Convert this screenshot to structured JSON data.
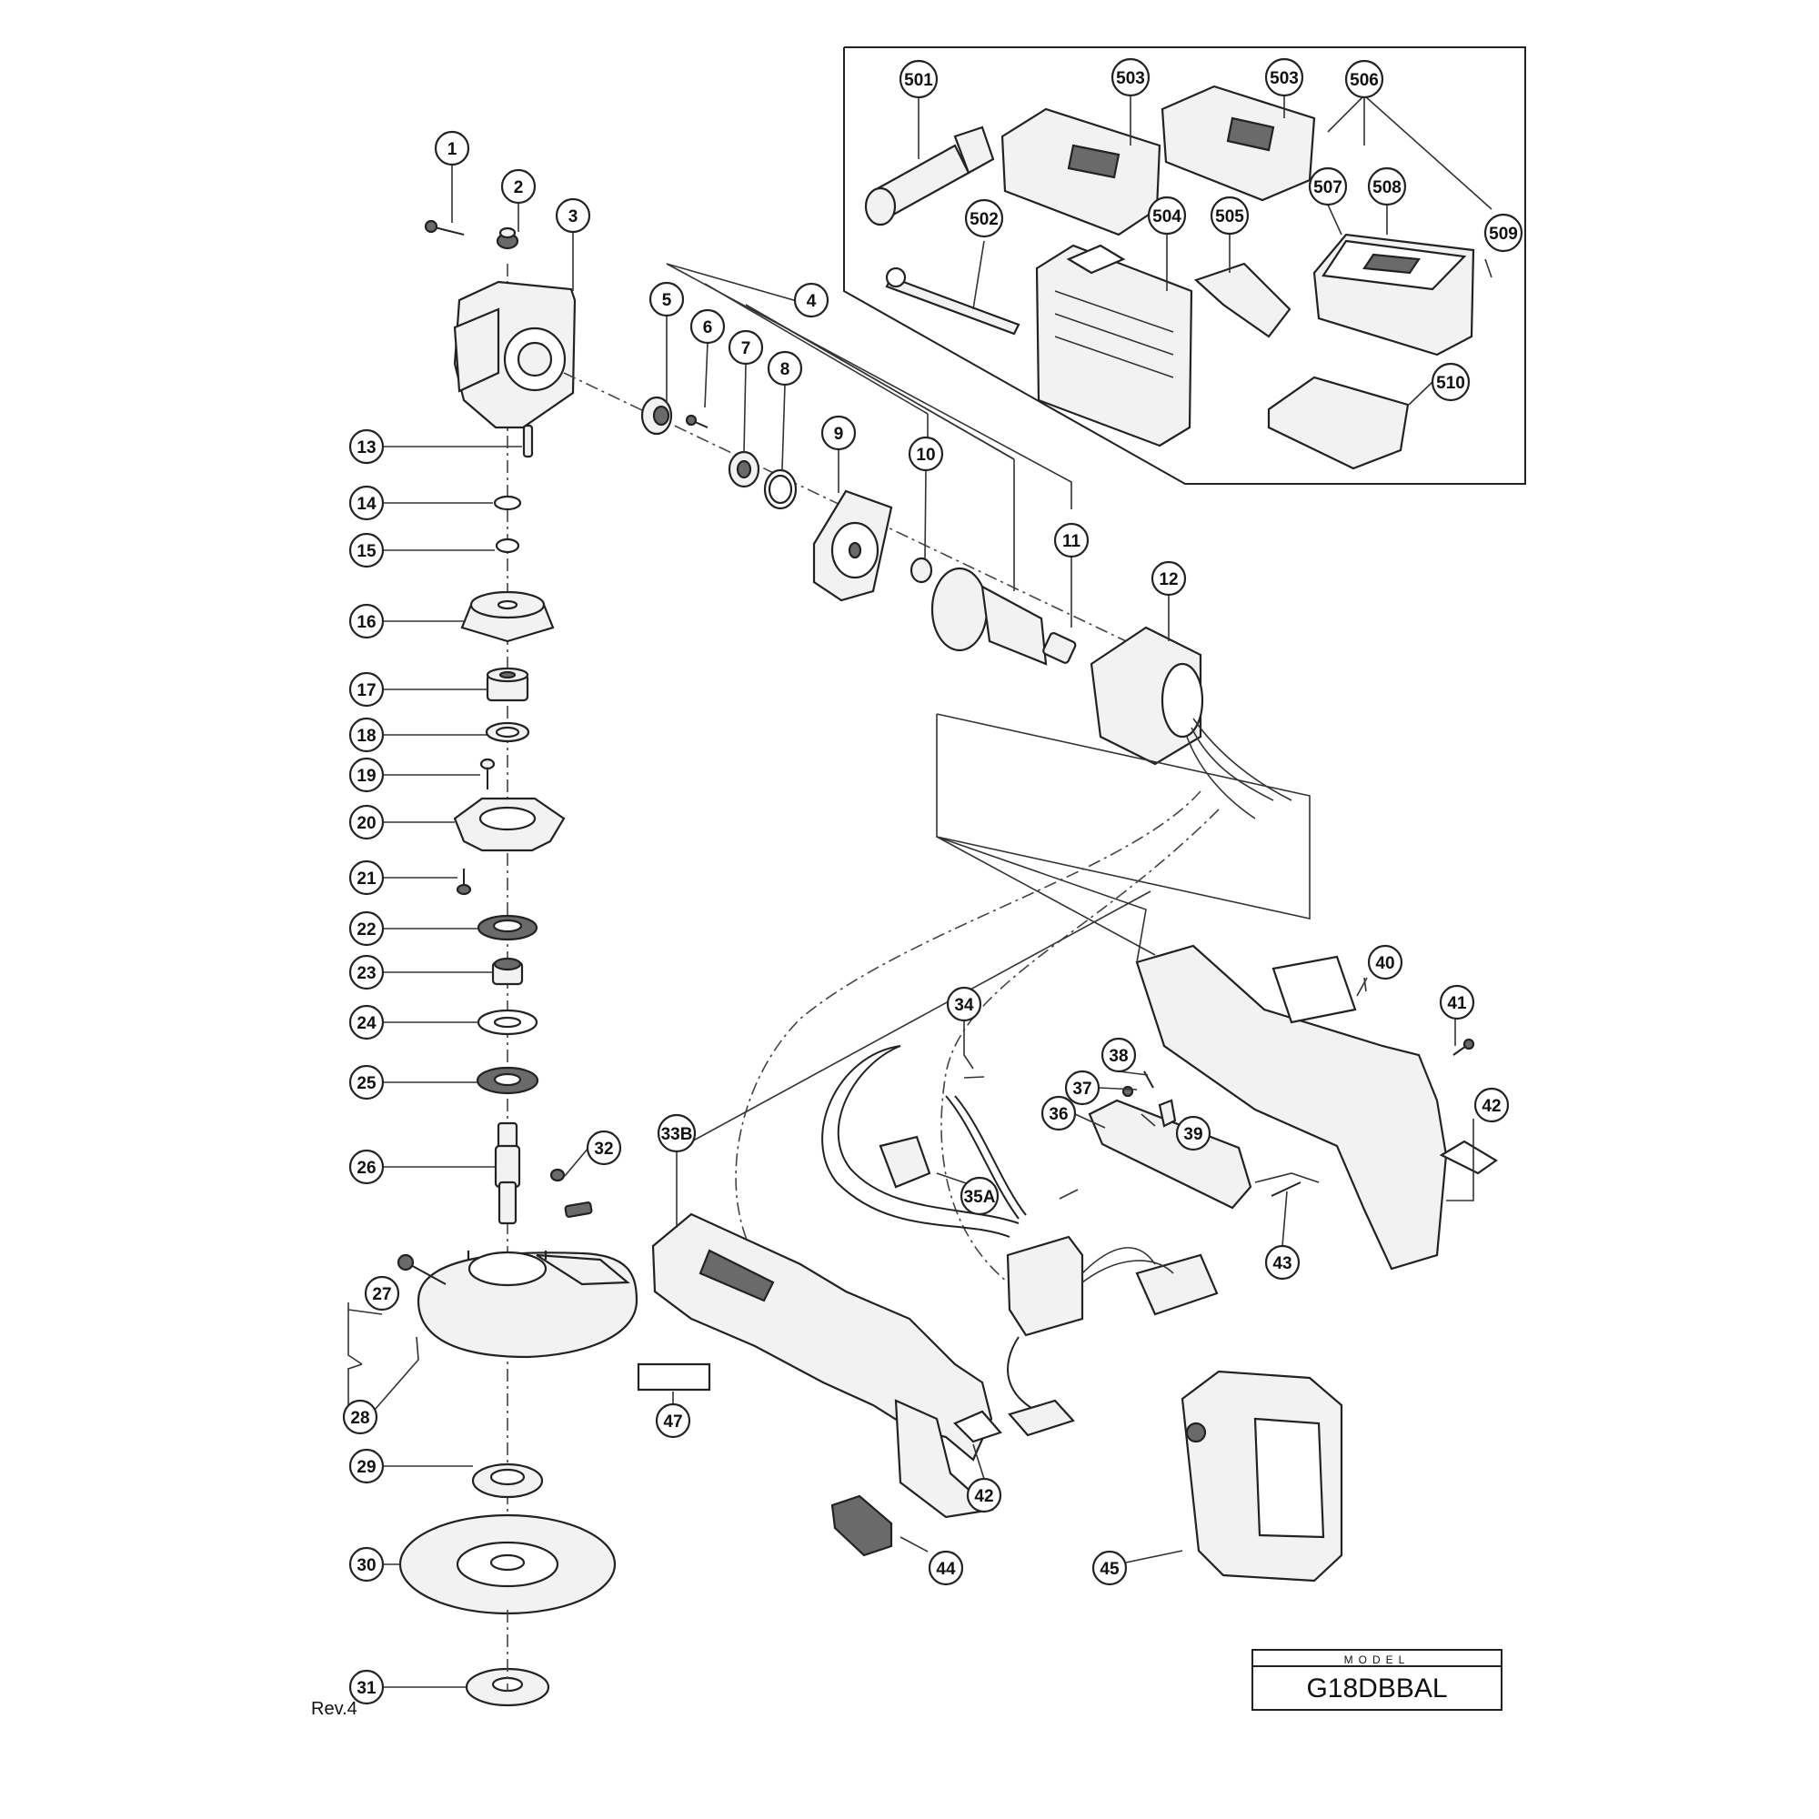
{
  "revision": "Rev.4",
  "model_box": {
    "label": "MODEL",
    "name": "G18DBBAL"
  },
  "callouts": {
    "p1": "1",
    "p2": "2",
    "p3": "3",
    "p4": "4",
    "p5": "5",
    "p6": "6",
    "p7": "7",
    "p8": "8",
    "p9": "9",
    "p10": "10",
    "p11": "11",
    "p12": "12",
    "p13": "13",
    "p14": "14",
    "p15": "15",
    "p16": "16",
    "p17": "17",
    "p18": "18",
    "p19": "19",
    "p20": "20",
    "p21": "21",
    "p22": "22",
    "p23": "23",
    "p24": "24",
    "p25": "25",
    "p26": "26",
    "p27": "27",
    "p28": "28",
    "p29": "29",
    "p30": "30",
    "p31": "31",
    "p32": "32",
    "p33b": "33B",
    "p34": "34",
    "p35a": "35A",
    "p36": "36",
    "p37": "37",
    "p38": "38",
    "p39": "39",
    "p40": "40",
    "p41": "41",
    "p42a": "42",
    "p42b": "42",
    "p43": "43",
    "p44": "44",
    "p45": "45",
    "p47": "47",
    "p501": "501",
    "p502": "502",
    "p503a": "503",
    "p503b": "503",
    "p504": "504",
    "p505": "505",
    "p506": "506",
    "p507": "507",
    "p508": "508",
    "p509": "509",
    "p510": "510"
  }
}
